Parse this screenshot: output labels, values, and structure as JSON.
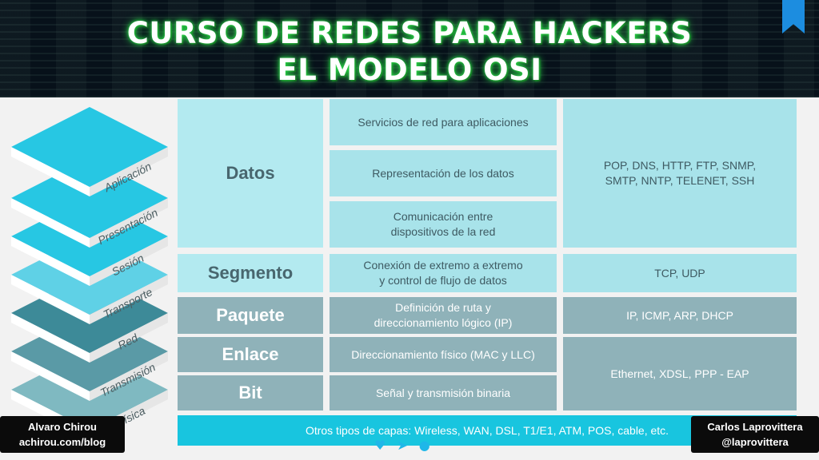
{
  "header": {
    "title_line1": "CURSO DE REDES PARA HACKERS",
    "title_line2": "EL MODELO OSI"
  },
  "layers": [
    {
      "name": "Aplicación"
    },
    {
      "name": "Presentación"
    },
    {
      "name": "Sesión"
    },
    {
      "name": "Transporte"
    },
    {
      "name": "Red"
    },
    {
      "name": "Transmisión"
    },
    {
      "name": "Física"
    }
  ],
  "pdu": {
    "datos": "Datos",
    "segmento": "Segmento",
    "paquete": "Paquete",
    "enlace": "Enlace",
    "bit": "Bit"
  },
  "descriptions": {
    "aplicacion": "Servicios de red para aplicaciones",
    "presentacion": "Representación de los datos",
    "sesion": "Comunicación entre dispositivos de la red",
    "transporte": "Conexión de extremo a extremo y control de flujo de datos",
    "red": "Definición de ruta y direccionamiento lógico (IP)",
    "enlace": "Direccionamiento físico (MAC y LLC)",
    "fisica": "Señal y transmisión binaria"
  },
  "protocols": {
    "datos": "POP, DNS, HTTP, FTP, SNMP, SMTP, NNTP, TELENET, SSH",
    "transporte": "TCP, UDP",
    "red": "IP, ICMP, ARP, DHCP",
    "enlace_fisica": "Ethernet, XDSL, PPP - EAP"
  },
  "footer": {
    "other_layers": "Otros tipos de capas: Wireless, WAN, DSL, T1/E1, ATM, POS, cable, etc."
  },
  "credits": {
    "left_name": "Alvaro Chirou",
    "left_url": "achirou.com/blog",
    "right_name": "Carlos Laprovittera",
    "right_handle": "@laprovittera"
  },
  "colors": {
    "title_glow": "#2bdc4a",
    "accent_cyan": "#18c5df",
    "panel_light": "#b3eaf0",
    "panel_gray": "#8fb2b9",
    "layer_top": "#27c7e3",
    "layer_dark": "#3d8a98"
  },
  "icons": [
    "bookmark-icon",
    "heart-icon",
    "share-icon",
    "comment-icon"
  ]
}
